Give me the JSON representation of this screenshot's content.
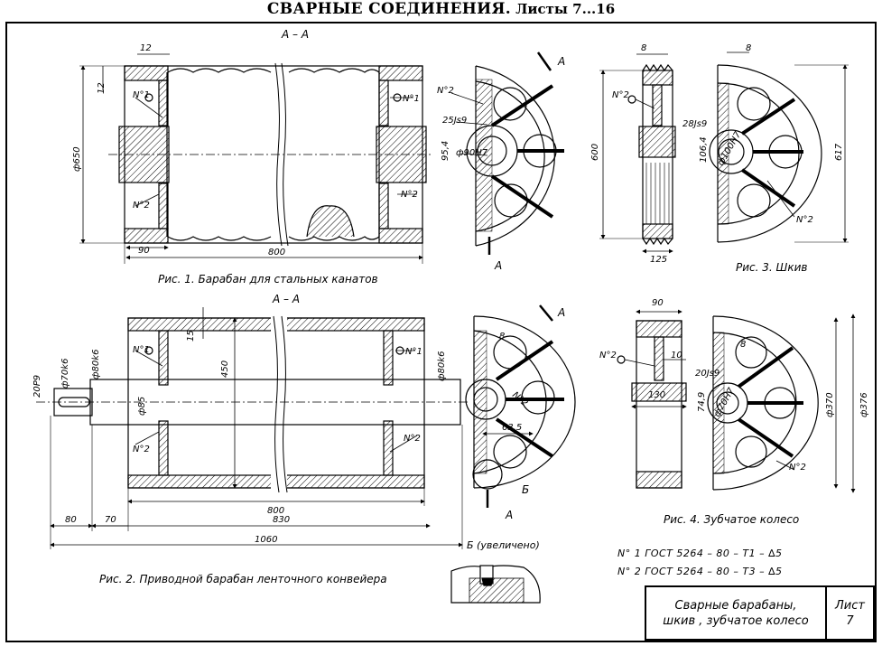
{
  "header": {
    "title": "СВАРНЫЕ СОЕДИНЕНИЯ.",
    "subtitle": "Листы 7...16"
  },
  "fig1": {
    "section": "А – А",
    "caption": "Рис. 1.  Барабан для стальных канатов",
    "dims": {
      "d12_top": "12",
      "d12_side": "12",
      "d650": "ф650",
      "d90": "90",
      "d800": "800"
    },
    "welds": {
      "n1": "N°1",
      "n2": "N°2"
    },
    "side": {
      "n2": "N°2",
      "key": "25Js9",
      "hub": "95,4",
      "bore": "ф90H7",
      "arrow": "A",
      "arrow_bottom": "A"
    }
  },
  "fig2": {
    "section": "А – А",
    "caption": "Рис. 2.  Приводной барабан ленточного конвейера",
    "dims": {
      "d15": "15",
      "d450": "450",
      "d800": "800",
      "d830": "830",
      "d1060": "1060",
      "d80": "80",
      "d70": "70",
      "d85": "ф85",
      "d70k6": "ф70k6",
      "d80k6a": "ф80k6",
      "d80k6b": "ф80k6",
      "key": "20P9"
    },
    "welds": {
      "n1": "N°1",
      "n2": "N°2"
    },
    "side": {
      "d8": "8",
      "d63": "63,5",
      "n2": "N°2",
      "b": "Б",
      "arrow": "A",
      "arrow_bottom": "A"
    },
    "detail": "Б (увеличено)"
  },
  "fig3": {
    "caption": "Рис. 3.  Шкив",
    "dims": {
      "d8a": "8",
      "d8b": "8",
      "d600": "600",
      "d125": "125",
      "d617": "617",
      "key": "28Js9",
      "hub": "106,4",
      "bore": "ф100H7"
    },
    "welds": {
      "n2a": "N°2",
      "n2b": "N°2"
    }
  },
  "fig4": {
    "caption": "Рис. 4.  Зубчатое колесо",
    "dims": {
      "d90": "90",
      "d10": "10",
      "d130": "130",
      "d8": "8",
      "key": "20Js9",
      "hub": "74,9",
      "bore": "ф70H7",
      "d370": "ф370",
      "d376": "ф376"
    },
    "welds": {
      "n2a": "N°2",
      "n2b": "N°2"
    }
  },
  "gost": {
    "line1": "N° 1   ГОСТ 5264 – 80 – Т1 – ∆5",
    "line2": "N° 2   ГОСТ 5264 – 80 – Т3 – ∆5"
  },
  "title_block": {
    "line1": "Сварные барабаны,",
    "line2": "шкив ,  зубчатое колесо",
    "sheet_label": "Лист",
    "sheet_no": "7"
  }
}
